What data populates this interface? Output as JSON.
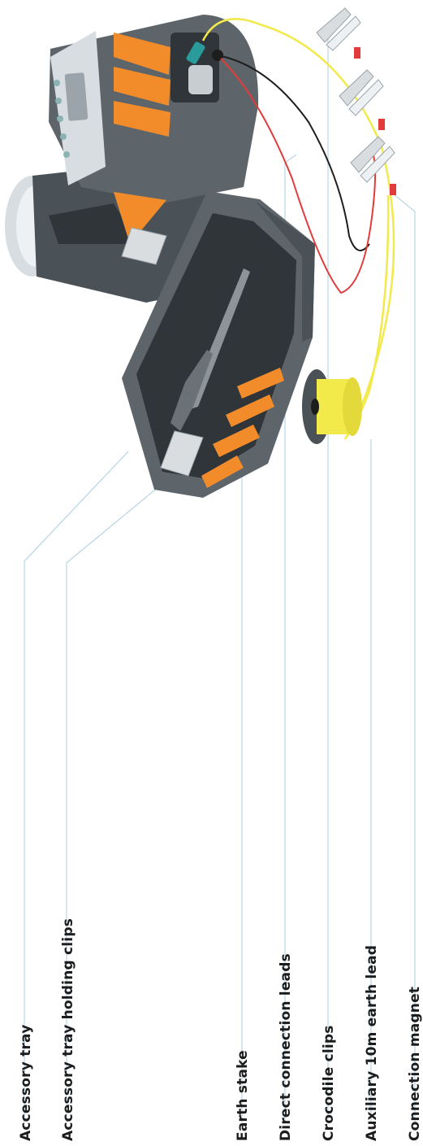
{
  "labels": {
    "accessory_tray": "Accessory tray",
    "accessory_tray_holding_clips": "Accessory tray holding clips",
    "earth_stake": "Earth stake",
    "direct_connection_leads": "Direct connection leads",
    "crocodile_clips": "Crocodile clips",
    "auxiliary_earth_lead": "Auxiliary 10m earth lead",
    "connection_magnet": "Connection magnet"
  },
  "colors": {
    "body_dark": "#4b5257",
    "body_mid": "#5d656a",
    "body_light": "#8c9499",
    "panel_light": "#d7dde1",
    "accent_orange": "#f28c2b",
    "wire_yellow": "#f2e94b",
    "wire_red": "#e23b3b",
    "wire_black": "#1d1d1d",
    "leader_line": "#a9cde0",
    "clip_metal": "#d9dde0",
    "connector_teal": "#2a9b9b"
  }
}
